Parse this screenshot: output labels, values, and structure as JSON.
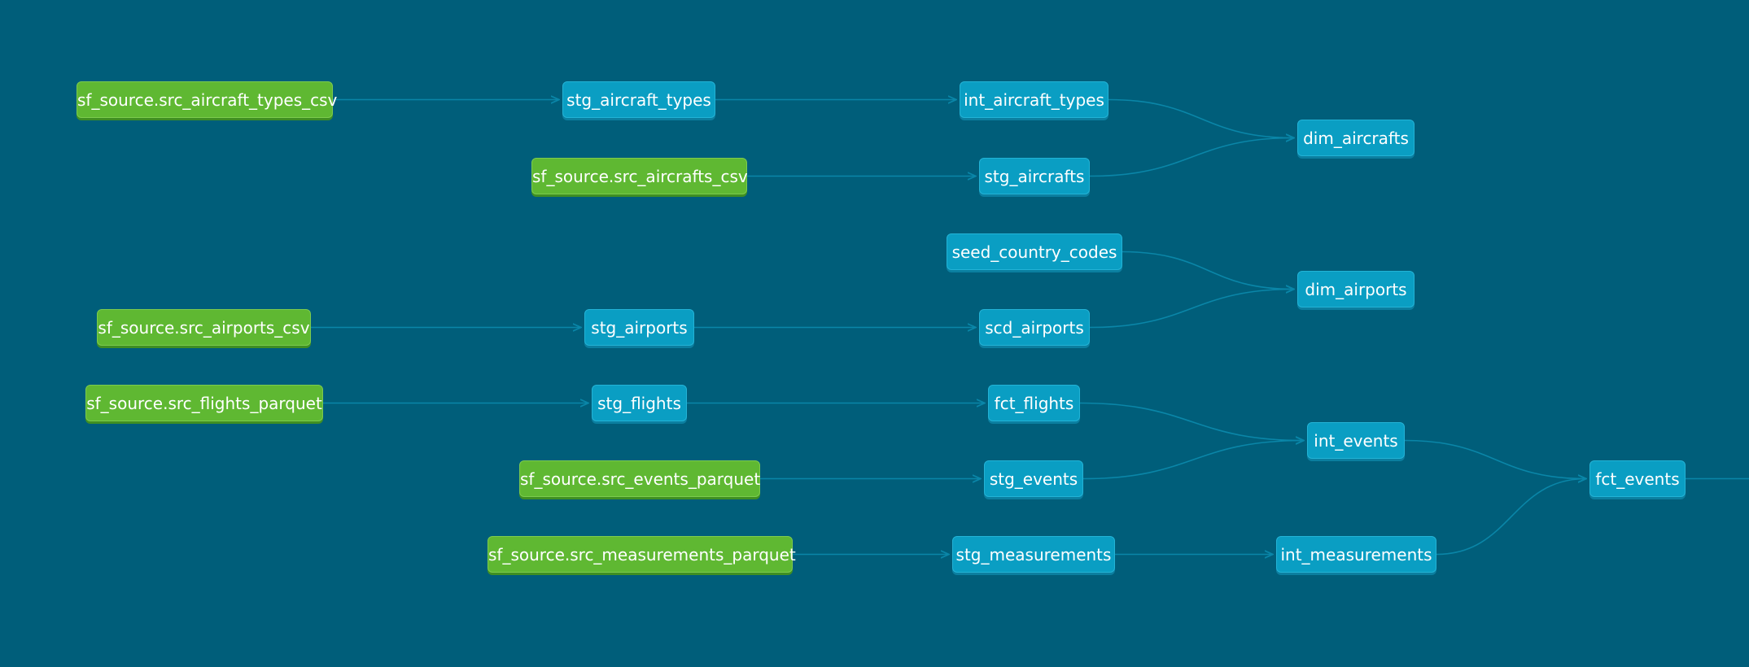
{
  "colors": {
    "background": "#005e7a",
    "source_node": "#5fb832",
    "model_node": "#0a9ec3",
    "edge": "#0a86a8"
  },
  "nodes": {
    "src_aircraft_types_csv": "sf_source.src_aircraft_types_csv",
    "src_aircrafts_csv": "sf_source.src_aircrafts_csv",
    "src_airports_csv": "sf_source.src_airports_csv",
    "src_flights_parquet": "sf_source.src_flights_parquet",
    "src_events_parquet": "sf_source.src_events_parquet",
    "src_measurements_parquet": "sf_source.src_measurements_parquet",
    "stg_aircraft_types": "stg_aircraft_types",
    "stg_aircrafts": "stg_aircrafts",
    "stg_airports": "stg_airports",
    "stg_flights": "stg_flights",
    "stg_events": "stg_events",
    "stg_measurements": "stg_measurements",
    "int_aircraft_types": "int_aircraft_types",
    "seed_country_codes": "seed_country_codes",
    "scd_airports": "scd_airports",
    "fct_flights": "fct_flights",
    "int_events": "int_events",
    "int_measurements": "int_measurements",
    "dim_aircrafts": "dim_aircrafts",
    "dim_airports": "dim_airports",
    "fct_events": "fct_events"
  },
  "edges": [
    [
      "src_aircraft_types_csv",
      "stg_aircraft_types"
    ],
    [
      "stg_aircraft_types",
      "int_aircraft_types"
    ],
    [
      "int_aircraft_types",
      "dim_aircrafts"
    ],
    [
      "src_aircrafts_csv",
      "stg_aircrafts"
    ],
    [
      "stg_aircrafts",
      "dim_aircrafts"
    ],
    [
      "seed_country_codes",
      "dim_airports"
    ],
    [
      "src_airports_csv",
      "stg_airports"
    ],
    [
      "stg_airports",
      "scd_airports"
    ],
    [
      "scd_airports",
      "dim_airports"
    ],
    [
      "src_flights_parquet",
      "stg_flights"
    ],
    [
      "stg_flights",
      "fct_flights"
    ],
    [
      "fct_flights",
      "int_events"
    ],
    [
      "src_events_parquet",
      "stg_events"
    ],
    [
      "stg_events",
      "int_events"
    ],
    [
      "int_events",
      "fct_events"
    ],
    [
      "src_measurements_parquet",
      "stg_measurements"
    ],
    [
      "stg_measurements",
      "int_measurements"
    ],
    [
      "int_measurements",
      "fct_events"
    ],
    [
      "fct_events",
      ""
    ]
  ]
}
